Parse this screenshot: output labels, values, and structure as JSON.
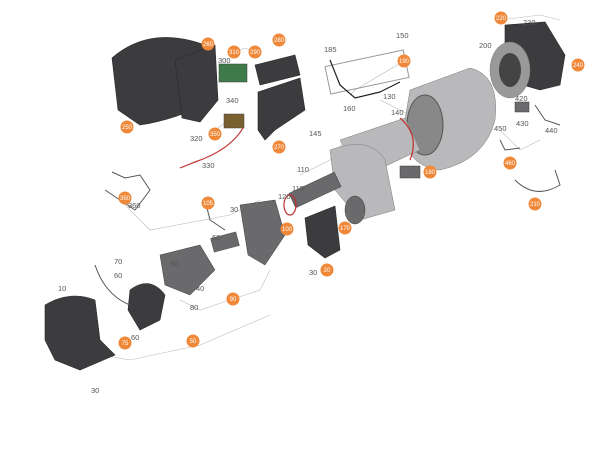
{
  "diagram": {
    "title": "Burner exploded parts view",
    "colors": {
      "callout": "#f0883a",
      "part_dark": "#3c3c3e",
      "part_light": "#b9b9bb",
      "wire_red": "#c0302a"
    },
    "callouts": [
      "260",
      "310",
      "290",
      "280",
      "250",
      "350",
      "270",
      "190",
      "220",
      "240",
      "180",
      "460",
      "210",
      "170",
      "100",
      "20",
      "105",
      "350",
      "90",
      "75",
      "50"
    ],
    "labels": [
      "300",
      "340",
      "320",
      "330",
      "360",
      "185",
      "150",
      "160",
      "130",
      "140",
      "145",
      "110",
      "115",
      "120",
      "30",
      "60",
      "30",
      "70",
      "60",
      "60",
      "40",
      "80",
      "60",
      "10",
      "30",
      "200",
      "230",
      "420",
      "430",
      "440",
      "450"
    ]
  }
}
